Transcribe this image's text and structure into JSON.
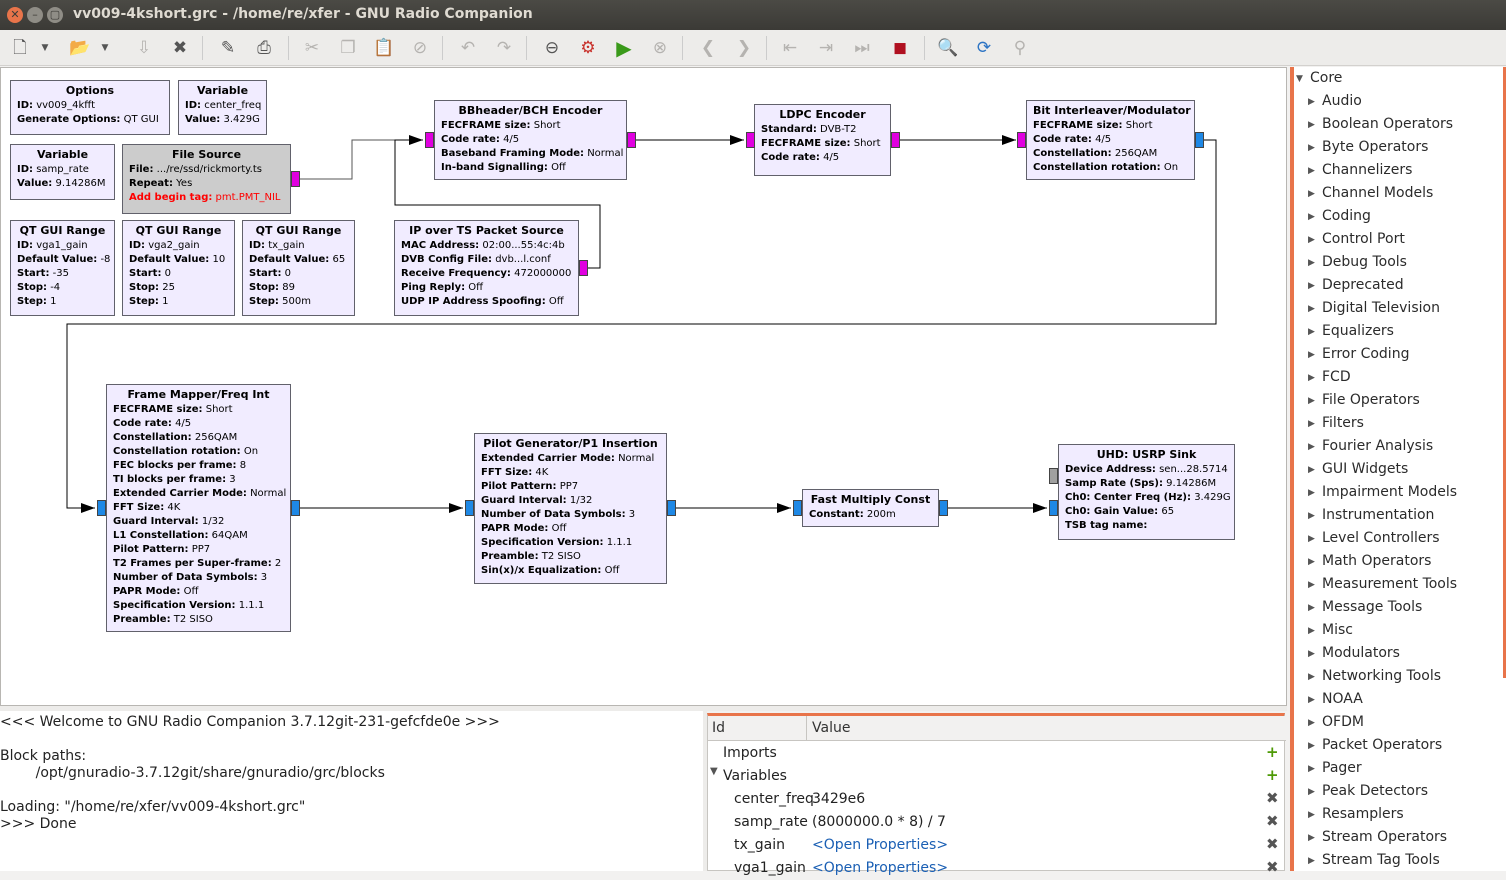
{
  "window": {
    "title": "vv009-4kshort.grc - /home/re/xfer - GNU Radio Companion"
  },
  "toolbar": {
    "icons": [
      "new-icon",
      "open-icon",
      "save-icon",
      "close-icon",
      "edit-icon",
      "print-icon",
      "cut-icon",
      "copy-icon",
      "paste-icon",
      "stop-sign-icon",
      "undo-icon",
      "redo-icon",
      "disable-icon",
      "generate-icon",
      "run-icon",
      "kill-icon",
      "back-icon",
      "forward-icon",
      "rotate-ccw-icon",
      "rotate-cw-icon",
      "skip-icon",
      "screenshot-icon",
      "search-icon",
      "reload-icon",
      "pin-icon"
    ]
  },
  "blocks": {
    "options": {
      "title": "Options",
      "params": [
        {
          "k": "ID:",
          "v": "vv009_4kfft"
        },
        {
          "k": "Generate Options:",
          "v": "QT GUI"
        }
      ]
    },
    "var_center": {
      "title": "Variable",
      "params": [
        {
          "k": "ID:",
          "v": "center_freq"
        },
        {
          "k": "Value:",
          "v": "3.429G"
        }
      ]
    },
    "var_samp": {
      "title": "Variable",
      "params": [
        {
          "k": "ID:",
          "v": "samp_rate"
        },
        {
          "k": "Value:",
          "v": "9.14286M"
        }
      ]
    },
    "file_source": {
      "title": "File Source",
      "params": [
        {
          "k": "File:",
          "v": ".../re/ssd/rickmorty.ts"
        },
        {
          "k": "Repeat:",
          "v": "Yes"
        },
        {
          "k": "Add begin tag:",
          "v": "pmt.PMT_NIL"
        }
      ]
    },
    "qt1": {
      "title": "QT GUI Range",
      "params": [
        {
          "k": "ID:",
          "v": "vga1_gain"
        },
        {
          "k": "Default Value:",
          "v": "-8"
        },
        {
          "k": "Start:",
          "v": "-35"
        },
        {
          "k": "Stop:",
          "v": "-4"
        },
        {
          "k": "Step:",
          "v": "1"
        }
      ]
    },
    "qt2": {
      "title": "QT GUI Range",
      "params": [
        {
          "k": "ID:",
          "v": "vga2_gain"
        },
        {
          "k": "Default Value:",
          "v": "10"
        },
        {
          "k": "Start:",
          "v": "0"
        },
        {
          "k": "Stop:",
          "v": "25"
        },
        {
          "k": "Step:",
          "v": "1"
        }
      ]
    },
    "qt3": {
      "title": "QT GUI Range",
      "params": [
        {
          "k": "ID:",
          "v": "tx_gain"
        },
        {
          "k": "Default Value:",
          "v": "65"
        },
        {
          "k": "Start:",
          "v": "0"
        },
        {
          "k": "Stop:",
          "v": "89"
        },
        {
          "k": "Step:",
          "v": "500m"
        }
      ]
    },
    "ipts": {
      "title": "IP over TS Packet Source",
      "params": [
        {
          "k": "MAC Address:",
          "v": "02:00...55:4c:4b"
        },
        {
          "k": "DVB Config File:",
          "v": "dvb...l.conf"
        },
        {
          "k": "Receive Frequency:",
          "v": "472000000"
        },
        {
          "k": "Ping Reply:",
          "v": "Off"
        },
        {
          "k": "UDP IP Address Spoofing:",
          "v": "Off"
        }
      ]
    },
    "bbheader": {
      "title": "BBheader/BCH Encoder",
      "params": [
        {
          "k": "FECFRAME size:",
          "v": "Short"
        },
        {
          "k": "Code rate:",
          "v": "4/5"
        },
        {
          "k": "Baseband Framing Mode:",
          "v": "Normal"
        },
        {
          "k": "In-band Signalling:",
          "v": "Off"
        }
      ]
    },
    "ldpc": {
      "title": "LDPC Encoder",
      "params": [
        {
          "k": "Standard:",
          "v": "DVB-T2"
        },
        {
          "k": "FECFRAME size:",
          "v": "Short"
        },
        {
          "k": "Code rate:",
          "v": "4/5"
        }
      ]
    },
    "interleaver": {
      "title": "Bit Interleaver/Modulator",
      "params": [
        {
          "k": "FECFRAME size:",
          "v": "Short"
        },
        {
          "k": "Code rate:",
          "v": "4/5"
        },
        {
          "k": "Constellation:",
          "v": "256QAM"
        },
        {
          "k": "Constellation rotation:",
          "v": "On"
        }
      ]
    },
    "framemapper": {
      "title": "Frame Mapper/Freq Int",
      "params": [
        {
          "k": "FECFRAME size:",
          "v": "Short"
        },
        {
          "k": "Code rate:",
          "v": "4/5"
        },
        {
          "k": "Constellation:",
          "v": "256QAM"
        },
        {
          "k": "Constellation rotation:",
          "v": "On"
        },
        {
          "k": "FEC blocks per frame:",
          "v": "8"
        },
        {
          "k": "TI blocks per frame:",
          "v": "3"
        },
        {
          "k": "Extended Carrier Mode:",
          "v": "Normal"
        },
        {
          "k": "FFT Size:",
          "v": "4K"
        },
        {
          "k": "Guard Interval:",
          "v": "1/32"
        },
        {
          "k": "L1 Constellation:",
          "v": "64QAM"
        },
        {
          "k": "Pilot Pattern:",
          "v": "PP7"
        },
        {
          "k": "T2 Frames per Super-frame:",
          "v": "2"
        },
        {
          "k": "Number of Data Symbols:",
          "v": "3"
        },
        {
          "k": "PAPR Mode:",
          "v": "Off"
        },
        {
          "k": "Specification Version:",
          "v": "1.1.1"
        },
        {
          "k": "Preamble:",
          "v": "T2 SISO"
        }
      ]
    },
    "pilot": {
      "title": "Pilot Generator/P1 Insertion",
      "params": [
        {
          "k": "Extended Carrier Mode:",
          "v": "Normal"
        },
        {
          "k": "FFT Size:",
          "v": "4K"
        },
        {
          "k": "Pilot Pattern:",
          "v": "PP7"
        },
        {
          "k": "Guard Interval:",
          "v": "1/32"
        },
        {
          "k": "Number of Data Symbols:",
          "v": "3"
        },
        {
          "k": "PAPR Mode:",
          "v": "Off"
        },
        {
          "k": "Specification Version:",
          "v": "1.1.1"
        },
        {
          "k": "Preamble:",
          "v": "T2 SISO"
        },
        {
          "k": "Sin(x)/x Equalization:",
          "v": "Off"
        }
      ]
    },
    "fastmult": {
      "title": "Fast Multiply Const",
      "params": [
        {
          "k": "Constant:",
          "v": "200m"
        }
      ]
    },
    "usrp": {
      "title": "UHD: USRP Sink",
      "params": [
        {
          "k": "Device Address:",
          "v": "sen...28.5714"
        },
        {
          "k": "Samp Rate (Sps):",
          "v": "9.14286M"
        },
        {
          "k": "Ch0: Center Freq (Hz):",
          "v": "3.429G"
        },
        {
          "k": "Ch0: Gain Value:",
          "v": "65"
        },
        {
          "k": "TSB tag name:",
          "v": ""
        }
      ]
    }
  },
  "palette": {
    "root": "Core",
    "categories": [
      "Audio",
      "Boolean Operators",
      "Byte Operators",
      "Channelizers",
      "Channel Models",
      "Coding",
      "Control Port",
      "Debug Tools",
      "Deprecated",
      "Digital Television",
      "Equalizers",
      "Error Coding",
      "FCD",
      "File Operators",
      "Filters",
      "Fourier Analysis",
      "GUI Widgets",
      "Impairment Models",
      "Instrumentation",
      "Level Controllers",
      "Math Operators",
      "Measurement Tools",
      "Message Tools",
      "Misc",
      "Modulators",
      "Networking Tools",
      "NOAA",
      "OFDM",
      "Packet Operators",
      "Pager",
      "Peak Detectors",
      "Resamplers",
      "Stream Operators",
      "Stream Tag Tools"
    ]
  },
  "console": {
    "lines": [
      "<<< Welcome to GNU Radio Companion 3.7.12git-231-gefcfde0e >>>",
      "",
      "Block paths:",
      "\t/opt/gnuradio-3.7.12git/share/gnuradio/grc/blocks",
      "",
      "Loading: \"/home/re/xfer/vv009-4kshort.grc\"",
      ">>> Done"
    ]
  },
  "variables": {
    "header": {
      "id": "Id",
      "value": "Value"
    },
    "rows": [
      {
        "id": "Imports",
        "value": "",
        "icon": "+",
        "indent": 0,
        "tri": ""
      },
      {
        "id": "Variables",
        "value": "",
        "icon": "+",
        "indent": 0,
        "tri": "▼"
      },
      {
        "id": "center_freq",
        "value": "3429e6",
        "icon": "✖",
        "indent": 1,
        "tri": ""
      },
      {
        "id": "samp_rate",
        "value": "(8000000.0 * 8) / 7",
        "icon": "✖",
        "indent": 1,
        "tri": ""
      },
      {
        "id": "tx_gain",
        "value": "<Open Properties>",
        "icon": "✖",
        "indent": 1,
        "tri": "",
        "link": true
      },
      {
        "id": "vga1_gain",
        "value": "<Open Properties>",
        "icon": "✖",
        "indent": 1,
        "tri": "",
        "link": true
      }
    ]
  }
}
